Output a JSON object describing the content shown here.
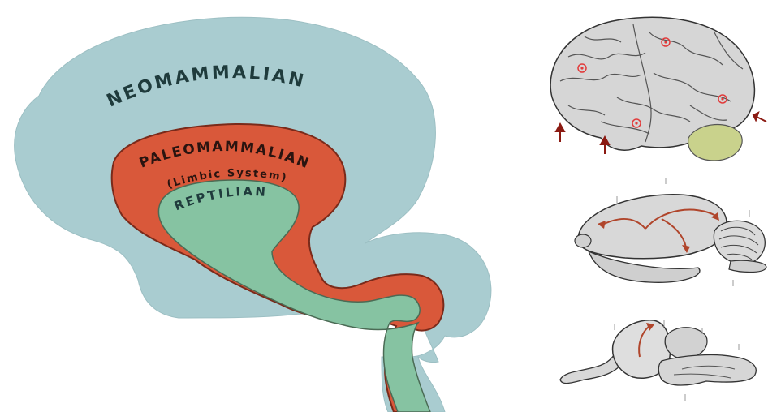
{
  "labels": {
    "neomammalian": "NEOMAMMALIAN",
    "paleomammalian": "PALEOMAMMALIAN",
    "limbic": "(Limbic System)",
    "reptilian": "REPTILIAN"
  },
  "colors": {
    "neomammalian": "#a9ccd0",
    "paleomammalian": "#d9583a",
    "reptilian": "#86c3a2",
    "outline": "#6b2a1c",
    "brain_fill": "#d8d8d8",
    "brain_stroke": "#333333",
    "arrow": "#8b1a12",
    "marker": "#e23b3b",
    "cerebellum": "#c9d28c"
  },
  "icons": {
    "human_brain": "human-brain-illustration",
    "rodent_brain": "rodent-brain-illustration",
    "reptile_brain": "reptile-brain-illustration"
  }
}
